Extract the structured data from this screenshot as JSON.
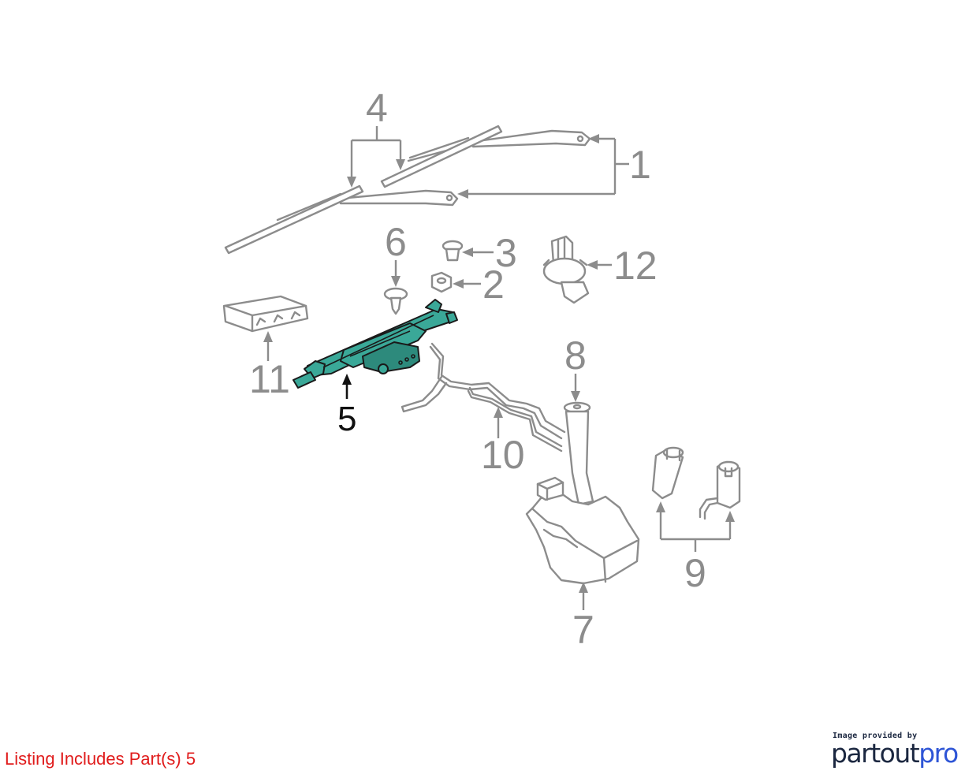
{
  "diagram": {
    "callouts": [
      {
        "id": "1",
        "label": "1",
        "highlighted": false
      },
      {
        "id": "2",
        "label": "2",
        "highlighted": false
      },
      {
        "id": "3",
        "label": "3",
        "highlighted": false
      },
      {
        "id": "4",
        "label": "4",
        "highlighted": false
      },
      {
        "id": "5",
        "label": "5",
        "highlighted": true
      },
      {
        "id": "6",
        "label": "6",
        "highlighted": false
      },
      {
        "id": "7",
        "label": "7",
        "highlighted": false
      },
      {
        "id": "8",
        "label": "8",
        "highlighted": false
      },
      {
        "id": "9",
        "label": "9",
        "highlighted": false
      },
      {
        "id": "10",
        "label": "10",
        "highlighted": false
      },
      {
        "id": "11",
        "label": "11",
        "highlighted": false
      },
      {
        "id": "12",
        "label": "12",
        "highlighted": false
      }
    ],
    "colors": {
      "part_outline": "#8c8c8c",
      "highlight_fill": "#3aa898",
      "highlight_label": "#111111"
    }
  },
  "listing": {
    "text": "Listing Includes Part(s) 5",
    "color": "#e01b1b"
  },
  "provider": {
    "caption": "Image provided by",
    "logo_prefix": "partout",
    "logo_suffix": "pro",
    "logo_color": "#1b2740",
    "accent_color": "#2e55d6"
  }
}
